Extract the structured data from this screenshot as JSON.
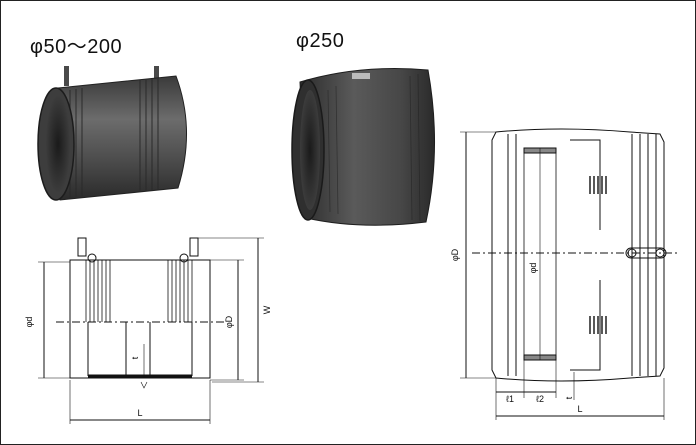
{
  "labels": {
    "small_size_range": "φ50〜200",
    "large_size": "φ250"
  },
  "drawing_small": {
    "d": "φd",
    "D": "φD",
    "W": "W",
    "t": "t",
    "L": "L"
  },
  "drawing_large": {
    "D": "φD",
    "d": "φd",
    "l1": "ℓ1",
    "l2": "ℓ2",
    "t": "t",
    "L": "L"
  }
}
